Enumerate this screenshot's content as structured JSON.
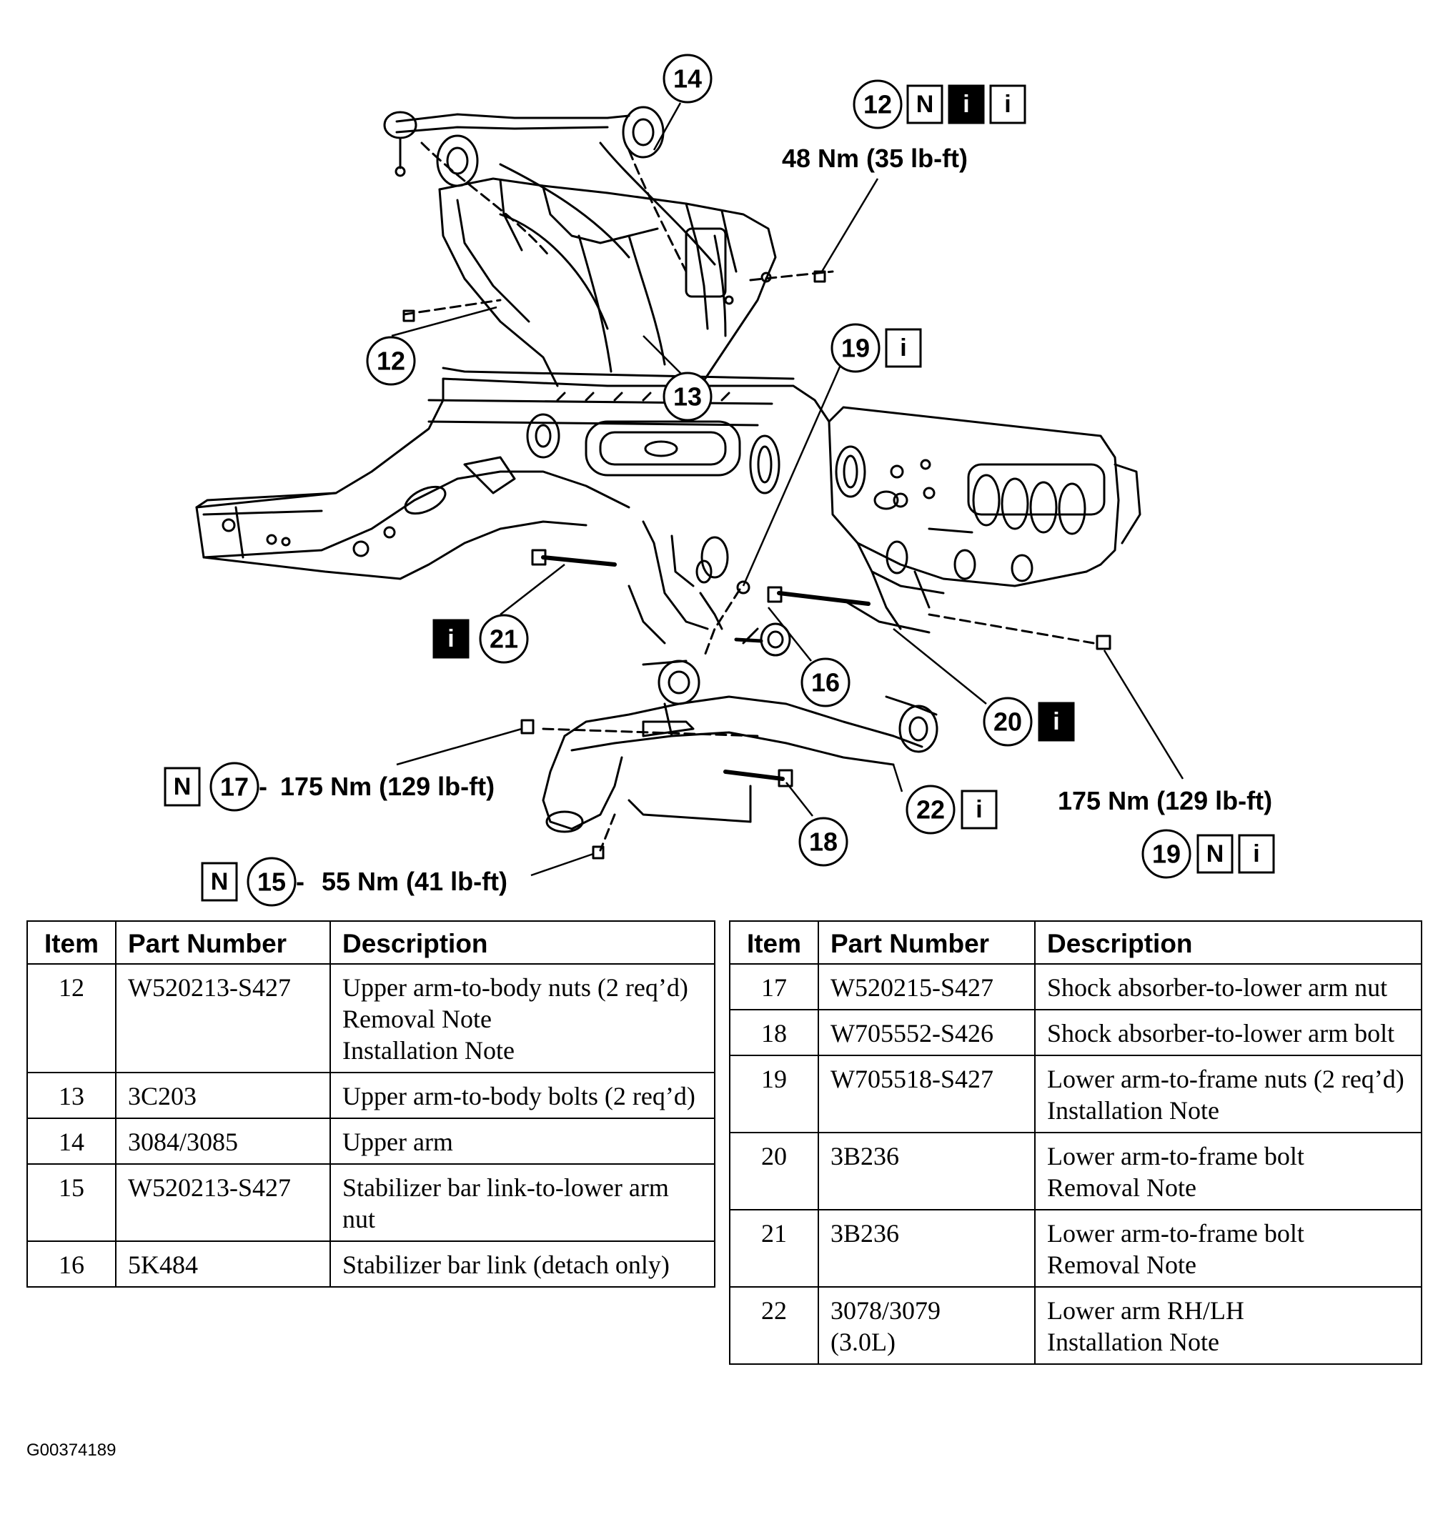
{
  "diagram": {
    "callouts": [
      {
        "id": "c14",
        "number": "14"
      },
      {
        "id": "c12-top",
        "number": "12",
        "symbols": [
          "N",
          "i",
          "i"
        ],
        "torque": "48 Nm (35 lb-ft)"
      },
      {
        "id": "c12-left",
        "number": "12"
      },
      {
        "id": "c13",
        "number": "13"
      },
      {
        "id": "c19-top",
        "number": "19",
        "symbols": [
          "i"
        ]
      },
      {
        "id": "c21",
        "number": "21",
        "symbols": [
          "i"
        ]
      },
      {
        "id": "c16",
        "number": "16"
      },
      {
        "id": "c20",
        "number": "20",
        "symbols": [
          "i"
        ]
      },
      {
        "id": "c17",
        "number": "17",
        "symbols": [
          "N"
        ],
        "torque": "175 Nm (129 lb-ft)"
      },
      {
        "id": "c18",
        "number": "18"
      },
      {
        "id": "c22",
        "number": "22",
        "symbols": [
          "i"
        ]
      },
      {
        "id": "c19-bottom",
        "number": "19",
        "symbols": [
          "N",
          "i"
        ],
        "torque": "175 Nm (129 lb-ft)"
      },
      {
        "id": "c15",
        "number": "15",
        "symbols": [
          "N"
        ],
        "torque": "55 Nm (41 lb-ft)"
      }
    ]
  },
  "table": {
    "headers": {
      "item": "Item",
      "part_number": "Part Number",
      "description": "Description"
    },
    "left_rows": [
      {
        "item": "12",
        "part_number": [
          "W520213-S427"
        ],
        "description": [
          "Upper arm-to-body nuts (2 req’d)",
          "Removal Note",
          "Installation Note"
        ]
      },
      {
        "item": "13",
        "part_number": [
          "3C203"
        ],
        "description": [
          "Upper arm-to-body bolts (2 req’d)"
        ]
      },
      {
        "item": "14",
        "part_number": [
          "3084/3085"
        ],
        "description": [
          "Upper arm"
        ]
      },
      {
        "item": "15",
        "part_number": [
          "W520213-S427"
        ],
        "description": [
          "Stabilizer bar link-to-lower arm nut"
        ]
      },
      {
        "item": "16",
        "part_number": [
          "5K484"
        ],
        "description": [
          "Stabilizer bar link (detach only)"
        ]
      }
    ],
    "right_rows": [
      {
        "item": "17",
        "part_number": [
          "W520215-S427"
        ],
        "description": [
          "Shock absorber-to-lower arm nut"
        ]
      },
      {
        "item": "18",
        "part_number": [
          "W705552-S426"
        ],
        "description": [
          "Shock absorber-to-lower arm bolt"
        ]
      },
      {
        "item": "19",
        "part_number": [
          "W705518-S427"
        ],
        "description": [
          "Lower arm-to-frame nuts (2 req’d)",
          "Installation Note"
        ]
      },
      {
        "item": "20",
        "part_number": [
          "3B236"
        ],
        "description": [
          "Lower arm-to-frame bolt",
          "Removal Note"
        ]
      },
      {
        "item": "21",
        "part_number": [
          "3B236"
        ],
        "description": [
          "Lower arm-to-frame bolt",
          "Removal Note"
        ]
      },
      {
        "item": "22",
        "part_number": [
          "3078/3079",
          "(3.0L)"
        ],
        "description": [
          "Lower arm RH/LH",
          "Installation Note"
        ]
      }
    ]
  },
  "figure_id": "G00374189"
}
